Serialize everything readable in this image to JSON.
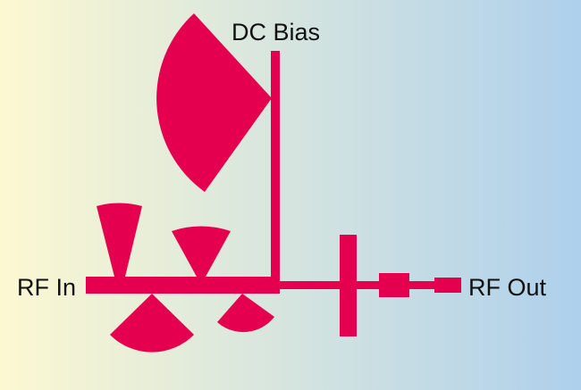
{
  "labels": {
    "dc_bias": "DC Bias",
    "rf_in": "RF In",
    "rf_out": "RF Out"
  },
  "colors": {
    "trace": "#E4004F",
    "text": "#111111",
    "background_left": "#FCF8D2",
    "background_right": "#AED0EC"
  }
}
